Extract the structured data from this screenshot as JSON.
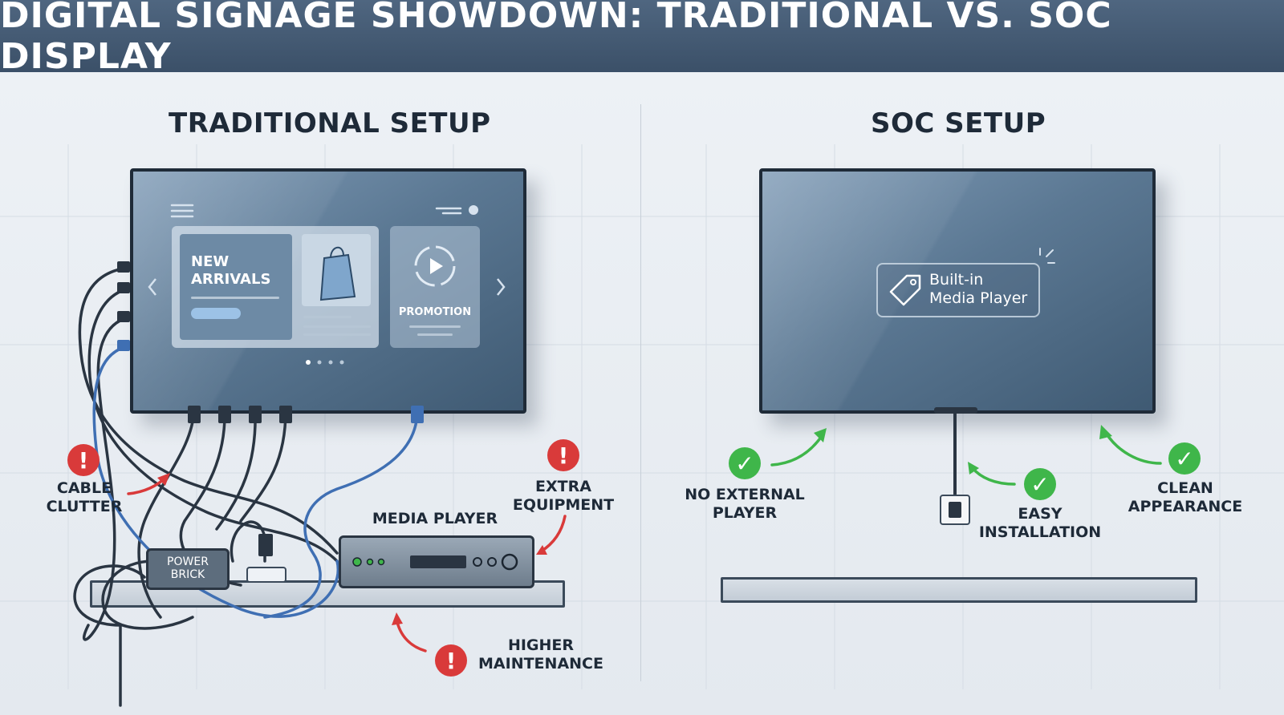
{
  "title": "DIGITAL SIGNAGE SHOWDOWN: TRADITIONAL VS. SOC DISPLAY",
  "traditional": {
    "heading": "TRADITIONAL SETUP",
    "screen": {
      "card_title": "NEW\nARRIVALS",
      "promo": "PROMOTION"
    },
    "media_player": "MEDIA PLAYER",
    "power_brick": "POWER\nBRICK",
    "issues": {
      "cable_clutter": "CABLE\nCLUTTER",
      "extra_equipment": "EXTRA\nEQUIPMENT",
      "higher_maintenance": "HIGHER\nMAINTENANCE"
    }
  },
  "soc": {
    "heading": "SOC SETUP",
    "screen_badge": "Built-in\nMedia Player",
    "benefits": {
      "no_external_player": "NO EXTERNAL\nPLAYER",
      "easy_installation": "EASY\nINSTALLATION",
      "clean_appearance": "CLEAN\nAPPEARANCE"
    }
  },
  "colors": {
    "header_bg": "#44596f",
    "warn": "#d93a3a",
    "ok": "#3fb64a",
    "cable_blue": "#3f6fb3"
  }
}
